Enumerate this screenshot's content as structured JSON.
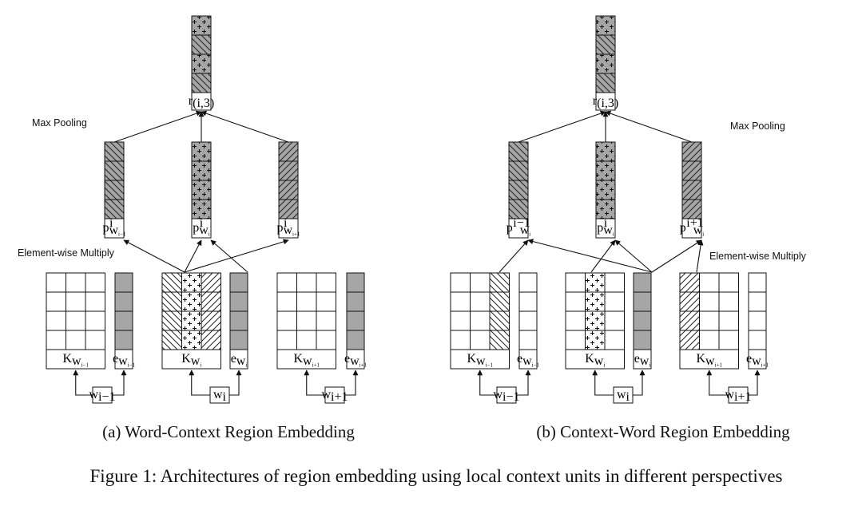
{
  "labels": {
    "max_pooling": "Max Pooling",
    "element_wise_multiply": "Element-wise Multiply"
  },
  "panels": [
    {
      "caption": "(a) Word-Context Region Embedding",
      "region": {
        "base": "r",
        "sub": "(i,3)"
      },
      "pooled": [
        {
          "base": "p",
          "sup": "i",
          "sub": "w",
          "sub2": "i−1"
        },
        {
          "base": "p",
          "sup": "i",
          "sub": "w",
          "sub2": "i"
        },
        {
          "base": "p",
          "sup": "i",
          "sub": "w",
          "sub2": "i+1"
        }
      ],
      "units": [
        {
          "matrix": {
            "base": "K",
            "sub": "w",
            "sub2": "i−1"
          },
          "vector": {
            "base": "e",
            "sub": "w",
            "sub2": "i−1"
          },
          "word": {
            "base": "w",
            "sub": "i−1"
          }
        },
        {
          "matrix": {
            "base": "K",
            "sub": "w",
            "sub2": "i"
          },
          "vector": {
            "base": "e",
            "sub": "w",
            "sub2": "i"
          },
          "word": {
            "base": "w",
            "sub": "i"
          }
        },
        {
          "matrix": {
            "base": "K",
            "sub": "w",
            "sub2": "i+1"
          },
          "vector": {
            "base": "e",
            "sub": "w",
            "sub2": "i+1"
          },
          "word": {
            "base": "w",
            "sub": "i+1"
          }
        }
      ]
    },
    {
      "caption": "(b) Context-Word Region Embedding",
      "region": {
        "base": "r",
        "sub": "(i,3)"
      },
      "pooled": [
        {
          "base": "p",
          "sup": "i−1",
          "sub": "w",
          "sub2": "i"
        },
        {
          "base": "p",
          "sup": "i",
          "sub": "w",
          "sub2": "i"
        },
        {
          "base": "p",
          "sup": "i+1",
          "sub": "w",
          "sub2": "i"
        }
      ],
      "units": [
        {
          "matrix": {
            "base": "K",
            "sub": "w",
            "sub2": "i−1"
          },
          "vector": {
            "base": "e",
            "sub": "w",
            "sub2": "i−1"
          },
          "word": {
            "base": "w",
            "sub": "i−1"
          }
        },
        {
          "matrix": {
            "base": "K",
            "sub": "w",
            "sub2": "i"
          },
          "vector": {
            "base": "e",
            "sub": "w",
            "sub2": "i"
          },
          "word": {
            "base": "w",
            "sub": "i"
          }
        },
        {
          "matrix": {
            "base": "K",
            "sub": "w",
            "sub2": "i+1"
          },
          "vector": {
            "base": "e",
            "sub": "w",
            "sub2": "i+1"
          },
          "word": {
            "base": "w",
            "sub": "i+1"
          }
        }
      ]
    }
  ],
  "figure_caption": "Figure 1: Architectures of region embedding using local context units in different perspectives"
}
